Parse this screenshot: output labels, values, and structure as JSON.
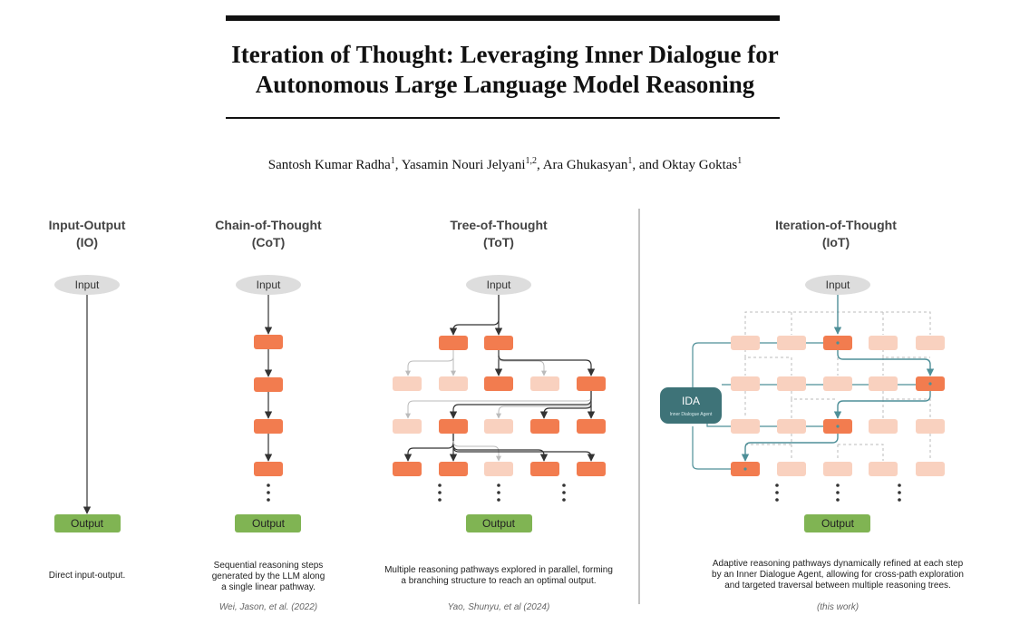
{
  "paper": {
    "title_line1": "Iteration of Thought: Leveraging Inner Dialogue for",
    "title_line2": "Autonomous Large Language Model Reasoning",
    "authors": [
      {
        "name": "Santosh Kumar Radha",
        "aff": "1"
      },
      {
        "name": "Yasamin Nouri Jelyani",
        "aff": "1,2"
      },
      {
        "name": "Ara Ghukasyan",
        "aff": "1"
      },
      {
        "name": "Oktay Goktas",
        "aff": "1"
      }
    ],
    "author_separators": [
      ", ",
      ", ",
      ", and "
    ]
  },
  "figure": {
    "io": {
      "title1": "Input-Output",
      "title2": "(IO)",
      "input": "Input",
      "output": "Output",
      "caption": [
        "Direct input-output."
      ]
    },
    "cot": {
      "title1": "Chain-of-Thought",
      "title2": "(CoT)",
      "input": "Input",
      "output": "Output",
      "caption": [
        "Sequential reasoning steps",
        "generated by the LLM along",
        "a single linear pathway."
      ],
      "citation": "Wei, Jason, et al. (2022)"
    },
    "tot": {
      "title1": "Tree-of-Thought",
      "title2": "(ToT)",
      "input": "Input",
      "output": "Output",
      "caption": [
        "Multiple reasoning pathways explored in parallel, forming",
        "a branching structure to reach an optimal output."
      ],
      "citation": "Yao, Shunyu, et al (2024)"
    },
    "iot": {
      "title1": "Iteration-of-Thought",
      "title2": "(IoT)",
      "input": "Input",
      "output": "Output",
      "ida_label": "IDA",
      "ida_sublabel": "Inner Dialogue Agent",
      "caption": [
        "Adaptive reasoning pathways dynamically refined at each step",
        "by an Inner Dialogue Agent, allowing for cross-path exploration",
        "and targeted traversal between multiple reasoning trees."
      ],
      "citation": "(this work)"
    },
    "colors": {
      "node": "#f27c4f",
      "node_faded": "#f9d1bf",
      "ellipse": "#dddddd",
      "output": "#80b453",
      "teal": "#4e8f98",
      "ida": "#3e7378",
      "arrow": "#333333"
    }
  }
}
